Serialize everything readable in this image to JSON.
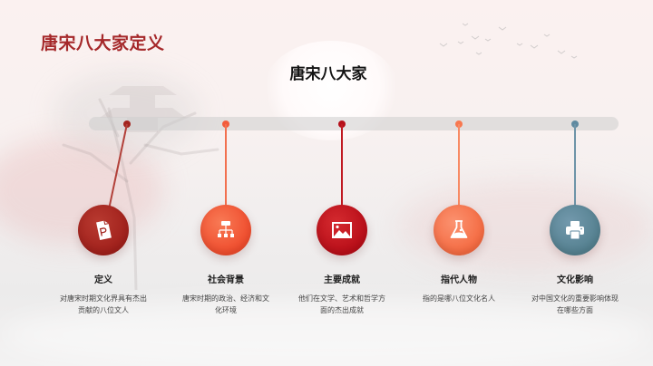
{
  "slide": {
    "title": "唐宋八大家定义",
    "heading": "唐宋八大家"
  },
  "colors": {
    "title_red": "#a5282a",
    "dark_red": "#a3241f",
    "orange": "#f35b3b",
    "crimson": "#c2121b",
    "light_orange": "#f8784f",
    "steel_blue": "#5f8aa0",
    "timeline_bar": "#dcdcdc"
  },
  "timeline": {
    "items": [
      {
        "title": "定义",
        "description": "对唐宋时期文化界具有杰出贡献的八位文人",
        "icon": "document-p-icon",
        "color": "#a3241f"
      },
      {
        "title": "社会背景",
        "description": "唐宋时期的政治、经济和文化环境",
        "icon": "org-chart-icon",
        "color": "#f35b3b"
      },
      {
        "title": "主要成就",
        "description": "他们在文学、艺术和哲学方面的杰出成就",
        "icon": "image-icon",
        "color": "#c2121b"
      },
      {
        "title": "指代人物",
        "description": "指的是哪八位文化名人",
        "icon": "flask-icon",
        "color": "#f8784f"
      },
      {
        "title": "文化影响",
        "description": "对中国文化的重要影响体现在哪些方面",
        "icon": "printer-icon",
        "color": "#5f8aa0"
      }
    ]
  }
}
